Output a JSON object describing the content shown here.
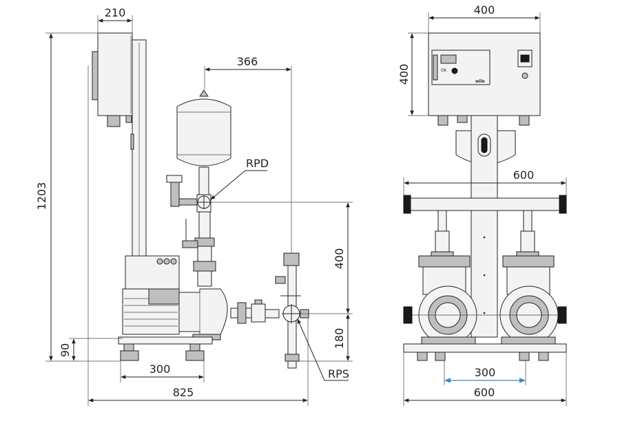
{
  "side_view": {
    "dims": {
      "cabinet_depth": "210",
      "tank_offset": "366",
      "overall_height": "1203",
      "rpd_height": "400",
      "rps_height": "180",
      "base_height": "90",
      "foot_spacing": "300",
      "overall_length": "825"
    },
    "labels": {
      "rpd": "RPD",
      "rps": "RPS"
    }
  },
  "front_view": {
    "dims": {
      "cabinet_width": "400",
      "cabinet_height": "400",
      "manifold_width": "600",
      "pump_spacing": "300",
      "base_width": "600"
    },
    "panel_brand": "wilo"
  },
  "colors": {
    "line": "#222222",
    "accent": "#3b86c6"
  }
}
